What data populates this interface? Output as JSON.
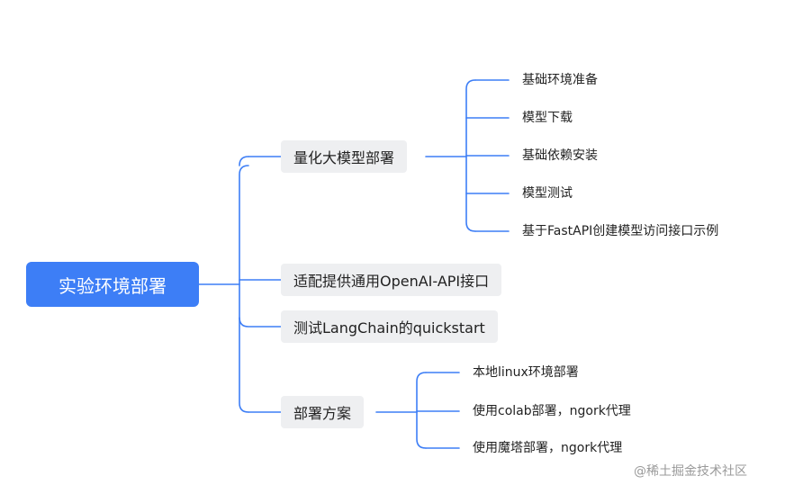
{
  "mindmap": {
    "root": "实验环境部署",
    "branches": [
      {
        "label": "量化大模型部署",
        "children": [
          "基础环境准备",
          "模型下载",
          "基础依赖安装",
          "模型测试",
          "基于FastAPI创建模型访问接口示例"
        ]
      },
      {
        "label": "适配提供通用OpenAI-API接口",
        "children": []
      },
      {
        "label": "测试LangChain的quickstart",
        "children": []
      },
      {
        "label": "部署方案",
        "children": [
          "本地linux环境部署",
          "使用colab部署，ngork代理",
          "使用魔塔部署，ngork代理"
        ]
      }
    ]
  },
  "watermark": "@稀土掘金技术社区",
  "colors": {
    "root_fill": "#3d7ef6",
    "branch_fill": "#eeeff1",
    "line": "#3d7ef6"
  }
}
